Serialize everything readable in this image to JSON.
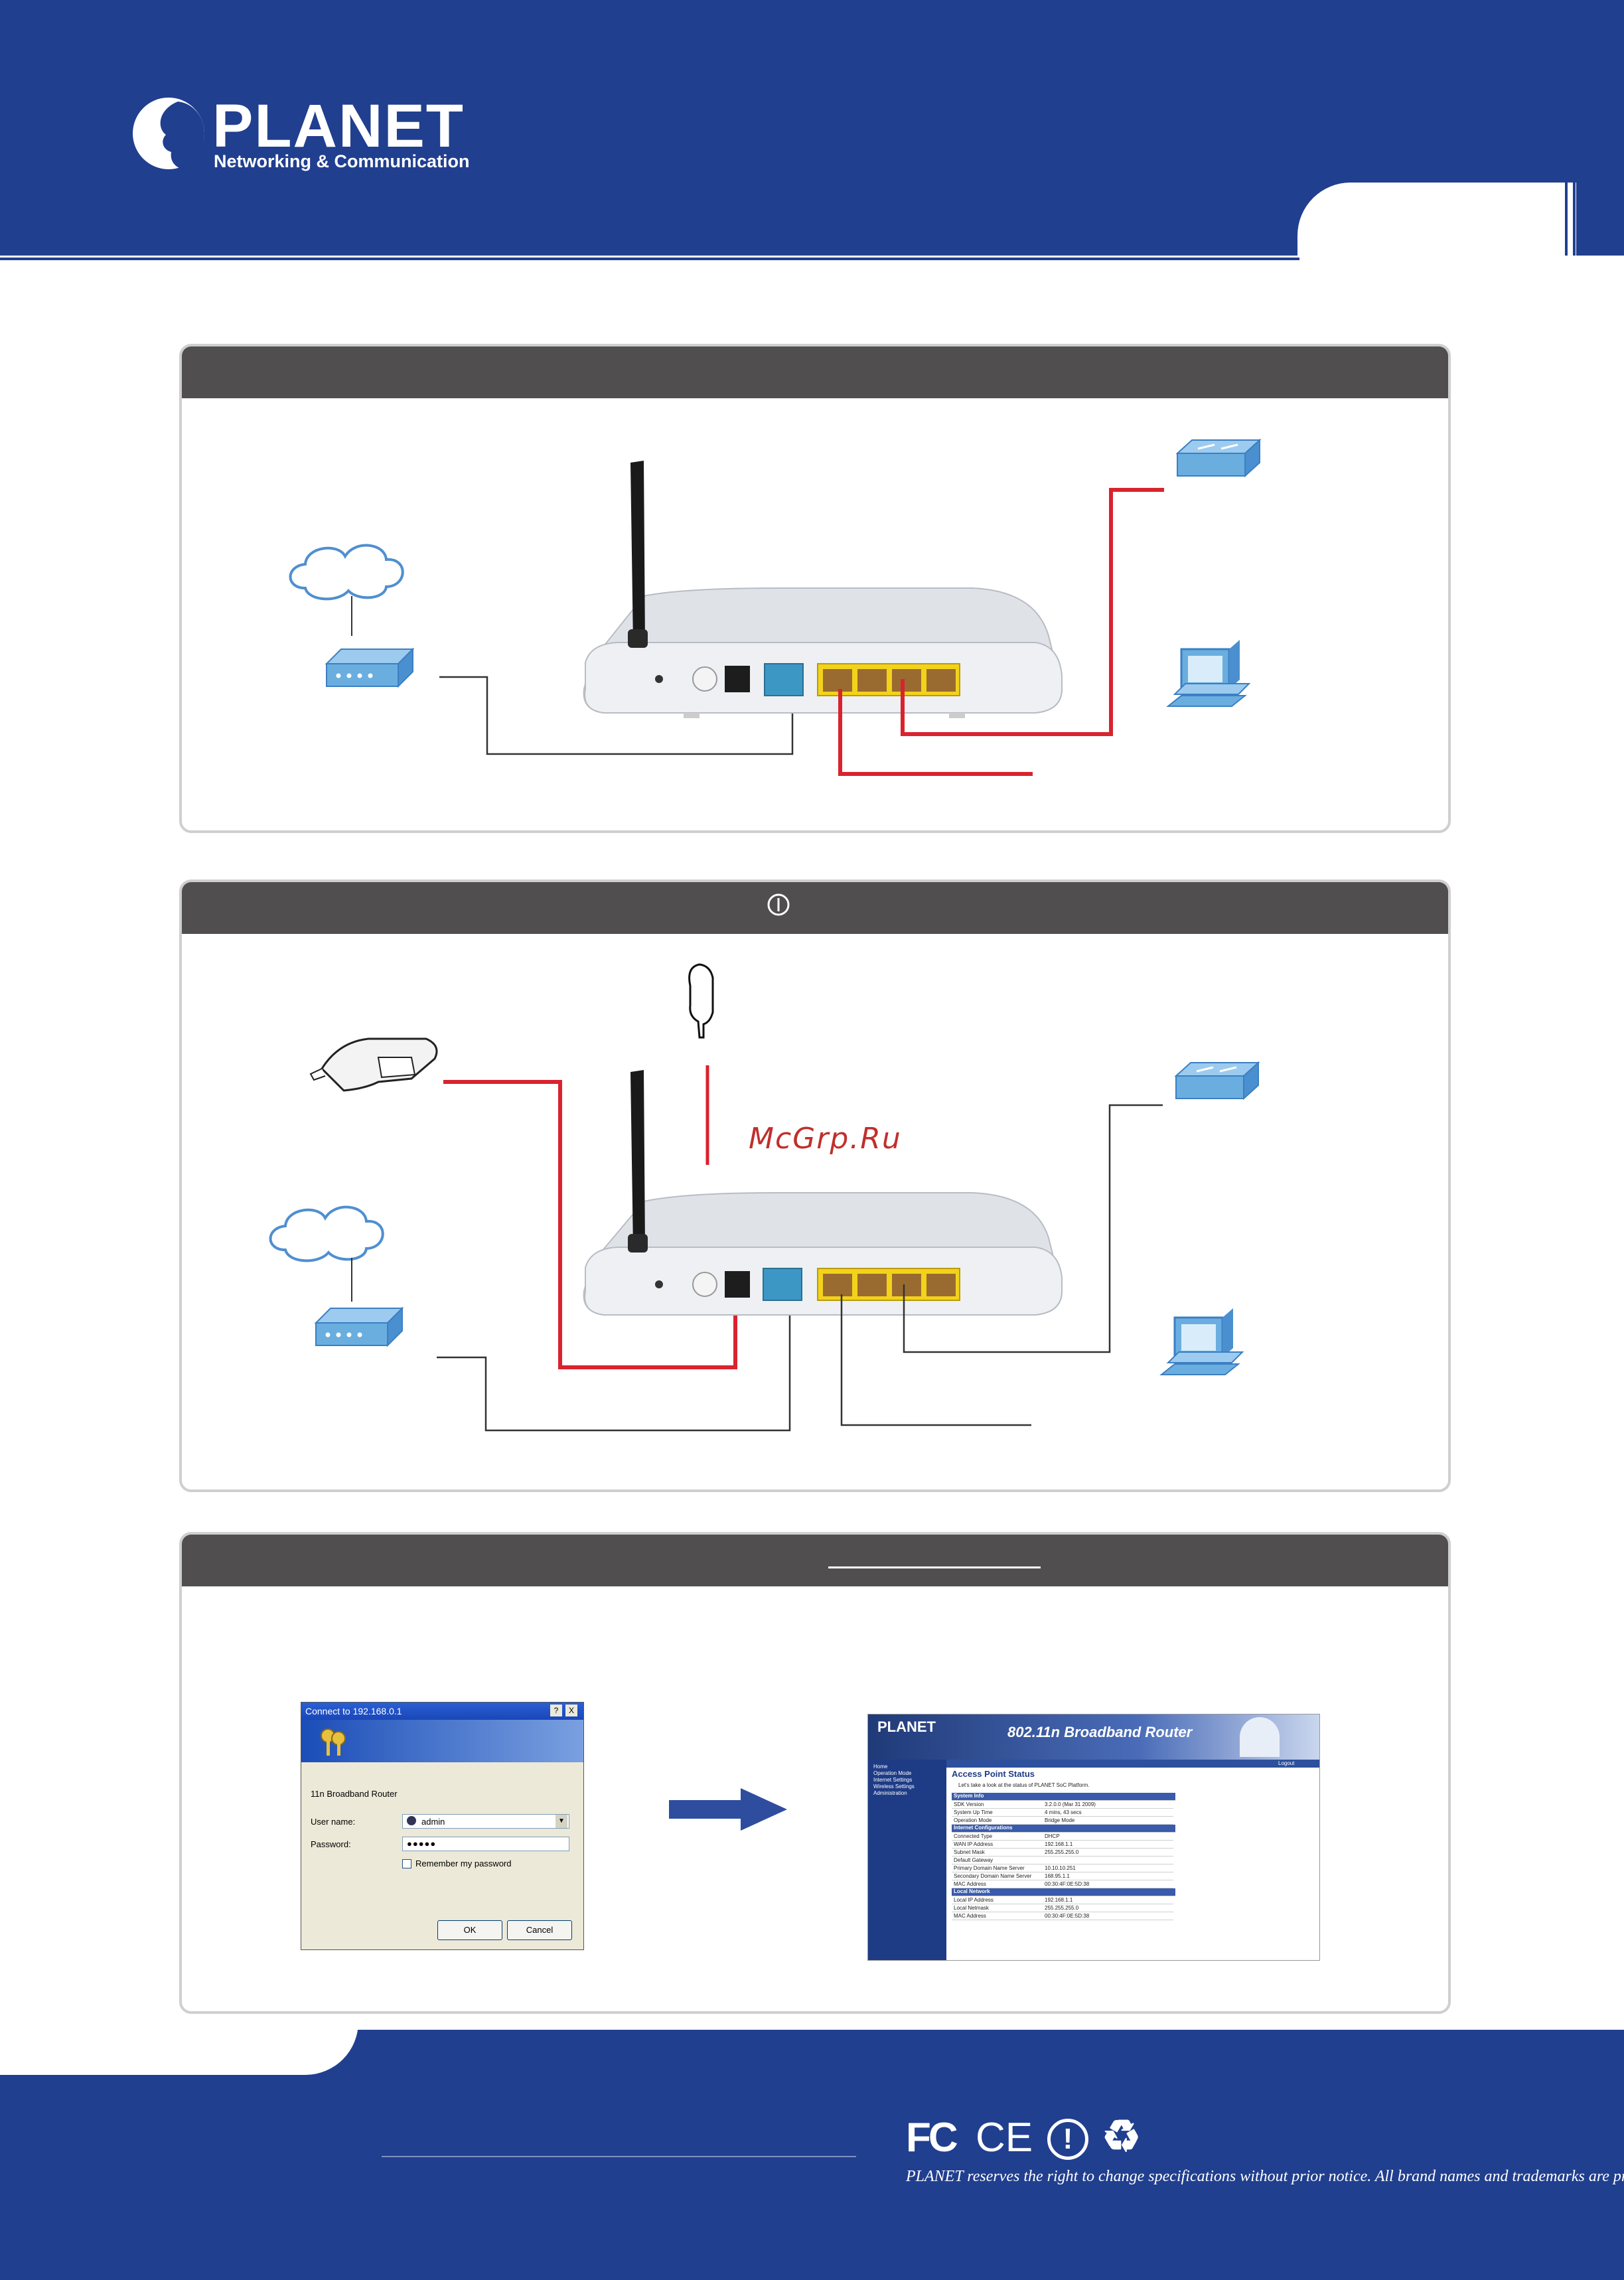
{
  "brand": {
    "name": "PLANET",
    "tagline": "Networking & Communication"
  },
  "watermark": "McGrp.Ru",
  "login_dialog": {
    "title": "Connect to 192.168.0.1",
    "realm": "11n Broadband Router",
    "username_label": "User name:",
    "username_value": "admin",
    "password_label": "Password:",
    "password_value": "●●●●●",
    "remember_label": "Remember my password",
    "ok_label": "OK",
    "cancel_label": "Cancel",
    "title_help": "?",
    "title_close": "X"
  },
  "web_ui": {
    "logo": "PLANET",
    "banner_title": "802.11n Broadband Router",
    "logout": "Logout",
    "page_title": "Access Point Status",
    "intro": "Let's take a look at the status of PLANET SoC Platform.",
    "menu": [
      "Home",
      "Operation Mode",
      "Internet Settings",
      "Wireless Settings",
      "Administration"
    ],
    "sections": [
      {
        "title": "System Info",
        "rows": [
          [
            "SDK Version",
            "3.2.0.0 (Mar 31 2009)"
          ],
          [
            "System Up Time",
            "4 mins, 43 secs"
          ],
          [
            "Operation Mode",
            "Bridge Mode"
          ]
        ]
      },
      {
        "title": "Internet Configurations",
        "rows": [
          [
            "Connected Type",
            "DHCP"
          ],
          [
            "WAN IP Address",
            "192.168.1.1"
          ],
          [
            "Subnet Mask",
            "255.255.255.0"
          ],
          [
            "Default Gateway",
            ""
          ],
          [
            "Primary Domain Name Server",
            "10.10.10.251"
          ],
          [
            "Secondary Domain Name Server",
            "168.95.1.1"
          ],
          [
            "MAC Address",
            "00:30:4F:0E:5D:38"
          ]
        ]
      },
      {
        "title": "Local Network",
        "rows": [
          [
            "Local IP Address",
            "192.168.1.1"
          ],
          [
            "Local Netmask",
            "255.255.255.0"
          ],
          [
            "MAC Address",
            "00:30:4F:0E:5D:38"
          ]
        ]
      }
    ]
  },
  "footer": {
    "certs": [
      "FC",
      "CE",
      "!",
      "♻"
    ],
    "disclaimer": "PLANET reserves the right to change specifications without prior notice.  All brand names and trademarks are property of"
  },
  "colors": {
    "brand_blue": "#213f8f",
    "panel_bar": "#504e4f",
    "cable_red": "#d9232e",
    "device_blue": "#6aaee0"
  }
}
